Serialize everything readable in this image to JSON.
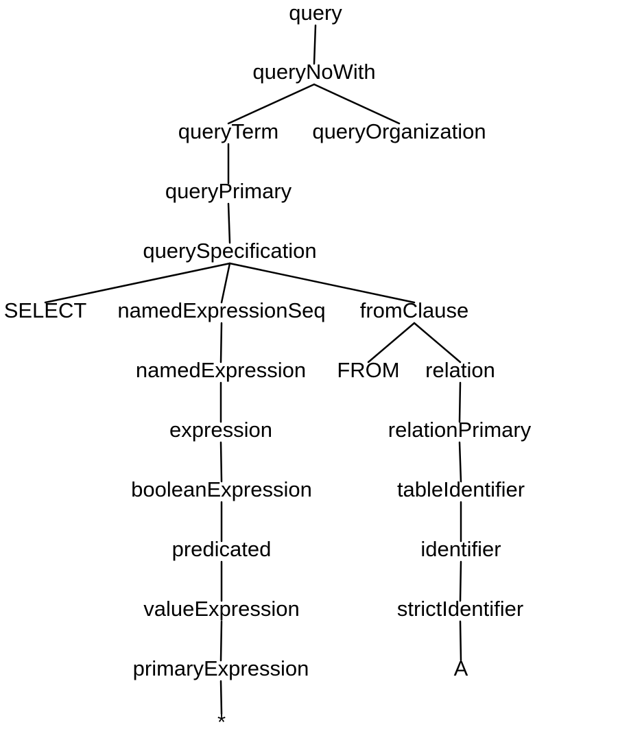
{
  "tree": {
    "nodes": [
      {
        "id": "query",
        "label": "query"
      },
      {
        "id": "queryNoWith",
        "label": "queryNoWith"
      },
      {
        "id": "queryTerm",
        "label": "queryTerm"
      },
      {
        "id": "queryOrganization",
        "label": "queryOrganization"
      },
      {
        "id": "queryPrimary",
        "label": "queryPrimary"
      },
      {
        "id": "querySpecification",
        "label": "querySpecification"
      },
      {
        "id": "SELECT",
        "label": "SELECT"
      },
      {
        "id": "namedExpressionSeq",
        "label": "namedExpressionSeq"
      },
      {
        "id": "fromClause",
        "label": "fromClause"
      },
      {
        "id": "namedExpression",
        "label": "namedExpression"
      },
      {
        "id": "FROM",
        "label": "FROM"
      },
      {
        "id": "relation",
        "label": "relation"
      },
      {
        "id": "expression",
        "label": "expression"
      },
      {
        "id": "relationPrimary",
        "label": "relationPrimary"
      },
      {
        "id": "booleanExpression",
        "label": "booleanExpression"
      },
      {
        "id": "tableIdentifier",
        "label": "tableIdentifier"
      },
      {
        "id": "predicated",
        "label": "predicated"
      },
      {
        "id": "identifier",
        "label": "identifier"
      },
      {
        "id": "valueExpression",
        "label": "valueExpression"
      },
      {
        "id": "strictIdentifier",
        "label": "strictIdentifier"
      },
      {
        "id": "primaryExpression",
        "label": "primaryExpression"
      },
      {
        "id": "A",
        "label": "A"
      },
      {
        "id": "star",
        "label": "*"
      }
    ],
    "edges": [
      [
        "query",
        "queryNoWith"
      ],
      [
        "queryNoWith",
        "queryTerm"
      ],
      [
        "queryNoWith",
        "queryOrganization"
      ],
      [
        "queryTerm",
        "queryPrimary"
      ],
      [
        "queryPrimary",
        "querySpecification"
      ],
      [
        "querySpecification",
        "SELECT"
      ],
      [
        "querySpecification",
        "namedExpressionSeq"
      ],
      [
        "querySpecification",
        "fromClause"
      ],
      [
        "namedExpressionSeq",
        "namedExpression"
      ],
      [
        "namedExpression",
        "expression"
      ],
      [
        "expression",
        "booleanExpression"
      ],
      [
        "booleanExpression",
        "predicated"
      ],
      [
        "predicated",
        "valueExpression"
      ],
      [
        "valueExpression",
        "primaryExpression"
      ],
      [
        "primaryExpression",
        "star"
      ],
      [
        "fromClause",
        "FROM"
      ],
      [
        "fromClause",
        "relation"
      ],
      [
        "relation",
        "relationPrimary"
      ],
      [
        "relationPrimary",
        "tableIdentifier"
      ],
      [
        "tableIdentifier",
        "identifier"
      ],
      [
        "identifier",
        "strictIdentifier"
      ],
      [
        "strictIdentifier",
        "A"
      ]
    ]
  }
}
